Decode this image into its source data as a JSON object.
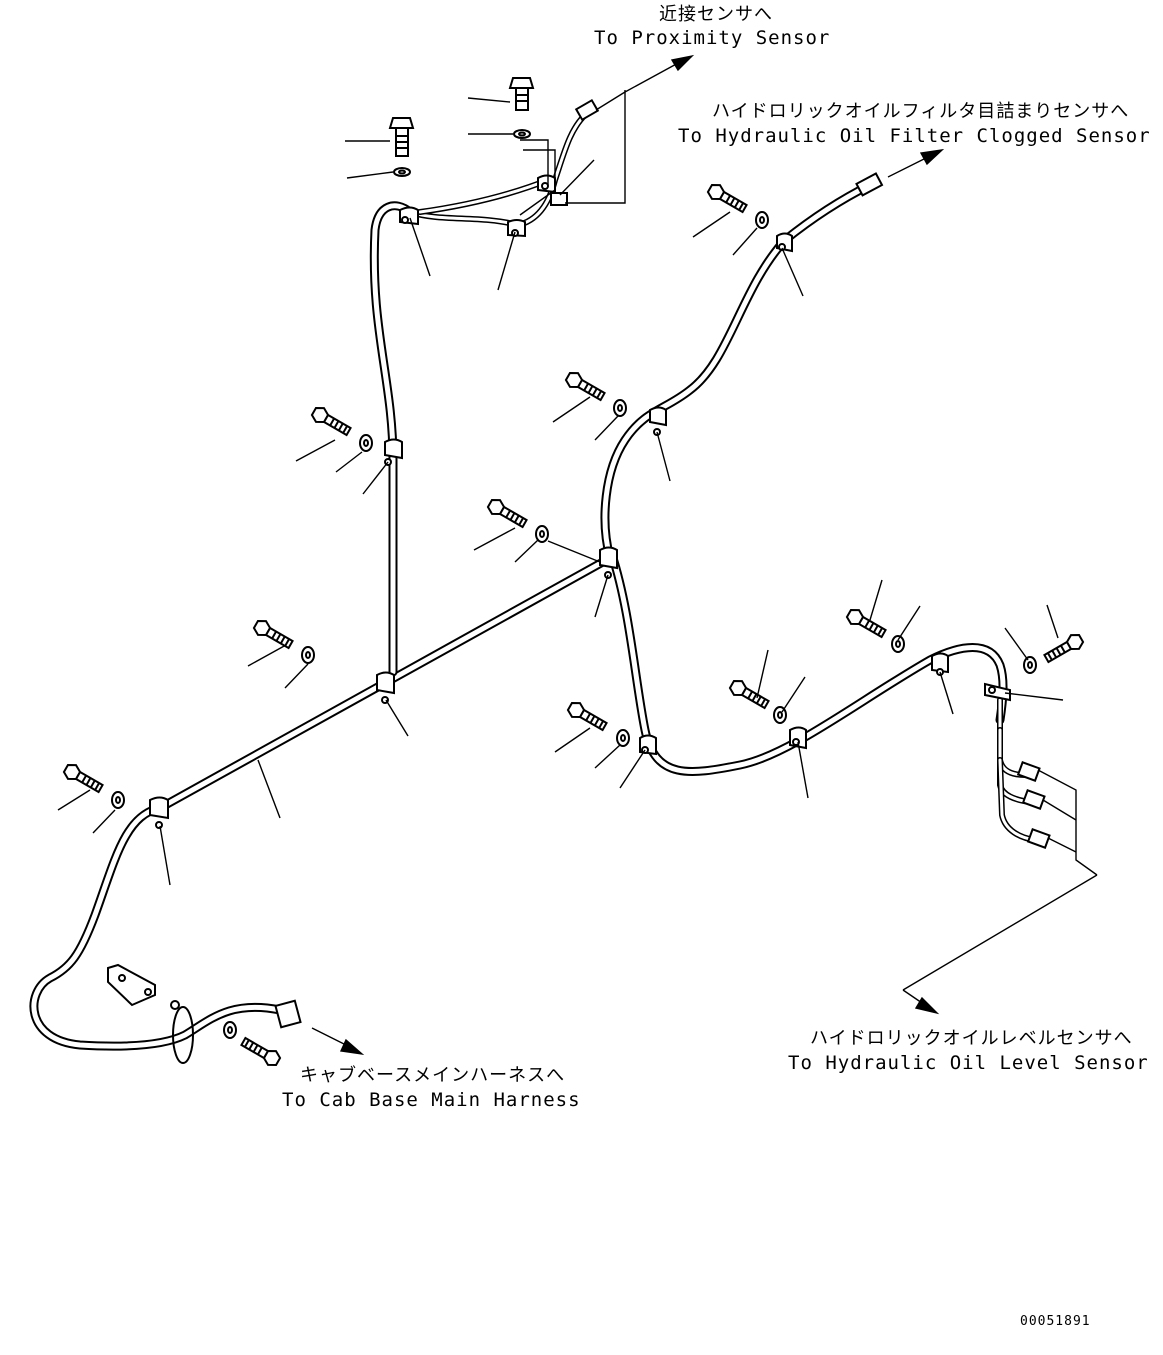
{
  "labels": {
    "proximity": {
      "jp": "近接センサへ",
      "en": "To Proximity Sensor"
    },
    "filter": {
      "jp": "ハイドロリックオイルフィルタ目詰まりセンサへ",
      "en": "To Hydraulic Oil Filter Clogged Sensor"
    },
    "level": {
      "jp": "ハイドロリックオイルレベルセンサへ",
      "en": "To Hydraulic Oil Level Sensor"
    },
    "cab": {
      "jp": "キャブベースメインハーネスへ",
      "en": "To Cab Base Main Harness"
    }
  },
  "part_number": "00051891"
}
